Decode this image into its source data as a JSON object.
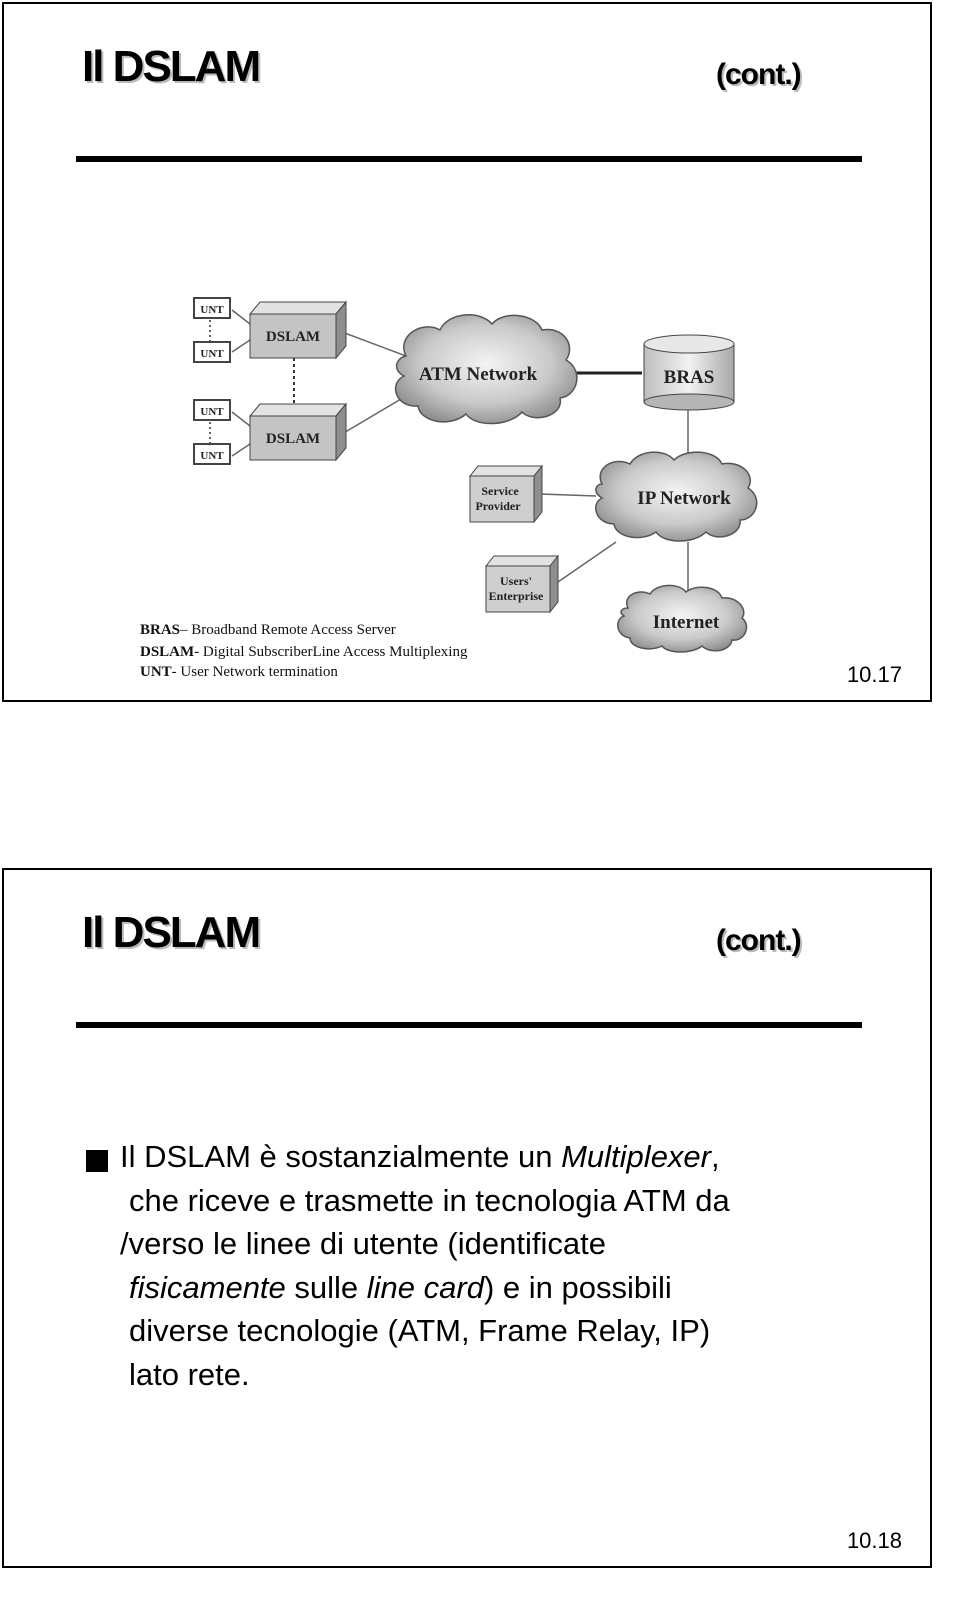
{
  "slide1": {
    "title": "Il DSLAM",
    "cont": "(cont.)",
    "page_number": "10.17",
    "diagram": {
      "unt_labels": [
        "UNT",
        "UNT",
        "UNT",
        "UNT"
      ],
      "dslam_labels": [
        "DSLAM",
        "DSLAM"
      ],
      "atm_network": "ATM Network",
      "bras": "BRAS",
      "ip_network": "IP Network",
      "internet": "Internet",
      "service_provider": [
        "Service",
        "Provider"
      ],
      "users_enterprise": [
        "Users'",
        "Enterprise"
      ],
      "legend": [
        {
          "term": "BRAS",
          "desc": "– Broadband Remote Access Server"
        },
        {
          "term": "DSLAM",
          "desc": "- Digital SubscriberLine Access Multiplexing"
        },
        {
          "term": "UNT",
          "desc": "- User Network termination"
        }
      ]
    }
  },
  "slide2": {
    "title": "Il DSLAM",
    "cont": "(cont.)",
    "page_number": "10.18",
    "paragraph": {
      "l1_a": "Il DSLAM è sostanzialmente un ",
      "l1_b": "Multiplexer",
      "l1_c": ",",
      "l2": "che riceve e trasmette in tecnologia ATM da",
      "l3": "/verso le linee di utente (identificate",
      "l4_a": "fisicamente",
      "l4_b": " sulle ",
      "l4_c": "line card",
      "l4_d": ") e in possibili",
      "l5": "diverse tecnologie (ATM, Frame Relay, IP)",
      "l6": "lato rete."
    }
  }
}
